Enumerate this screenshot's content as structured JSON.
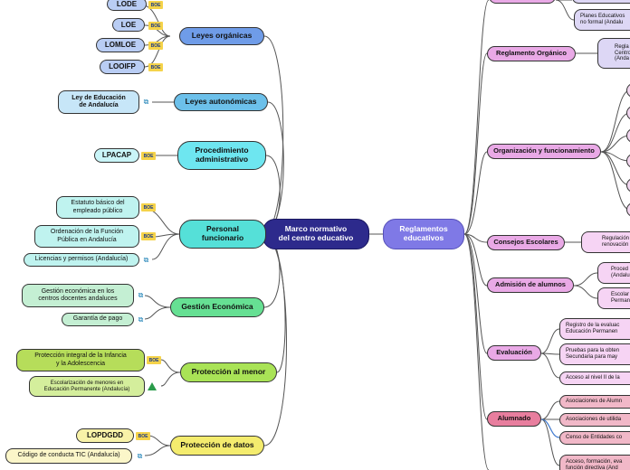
{
  "center": "Marco normativo\ndel centro educativo",
  "branches": {
    "leyes_organicas": "Leyes orgánicas",
    "leyes_autonomicas": "Leyes autonómicas",
    "procedimiento": "Procedimiento\nadministrativo",
    "personal": "Personal\nfuncionario",
    "gestion": "Gestión Económica",
    "proteccion_menor": "Protección al menor",
    "proteccion_datos": "Protección de datos",
    "reglamentos": "Reglamentos\neducativos"
  },
  "leaves_left": {
    "lode": "LODE",
    "loe": "LOE",
    "lomloe": "LOMLOE",
    "looifp": "LOOIFP",
    "ley_andalucia": "Ley de Educación\nde Andalucía",
    "lpacap": "LPACAP",
    "estatuto": "Estatuto básico del\nempleado público",
    "ordenacion": "Ordenación de la Función\nPública en Andalucía",
    "licencias": "Licencias y permisos (Andalucía)",
    "gestion_econ": "Gestión económica en los\ncentros docentes andaluces",
    "garantia": "Garantía de pago",
    "proteccion_integral": "Protección integral de la Infancia\ny la Adolescencia",
    "escolarizacion": "Escolarización de menores en\nEducación Permanente (Andalucía)",
    "lopdgdd": "LOPDGDD",
    "codigo": "Código de conducta TIC (Andalucía)"
  },
  "right_branches": {
    "reglamento_organico": "Reglamento Orgánico",
    "organizacion": "Organización y funcionamiento",
    "consejos": "Consejos Escolares",
    "admision": "Admisión de alumnos",
    "evaluacion": "Evaluación",
    "alumnado": "Alumnado"
  },
  "leaves_right": {
    "planes": "Planes Educativos\nno formal (Andalu",
    "regla_centro": "Regla\nCentro\n(Anda",
    "regulacion": "Regulación\nrenovación",
    "proced": "Proced\n(Andalu",
    "escolar": "Escolar\nPerman",
    "registro": "Registro de la evaluac\nEducación Permanen",
    "pruebas": "Pruebas para la obten\nSecundaria para may",
    "acceso": "Acceso al nivel II de la",
    "asoc_alumnos": "Asociaciones de Alumn",
    "asoc_utilidad": "Asociaciones de utilida",
    "censo": "Censo de Entidades co",
    "acceso_formacion": "Acceso, formación, eva\nfunción directiva (And"
  },
  "icons": {
    "boe_label": "BOE",
    "external_link": "⧉"
  },
  "colors": {
    "center": "#2d2a8c",
    "reglamentos": "#7f79e6",
    "leyes_organicas": "#6f9ce8",
    "leyes_autonomicas": "#6cc0ea",
    "procedimiento": "#6ee6f0",
    "personal": "#55e0d8",
    "gestion": "#66e093",
    "proteccion_menor": "#a9e356",
    "proteccion_datos": "#f4ec6e",
    "right_branch": "#e9a9e6",
    "alumnado": "#e87e9e"
  }
}
